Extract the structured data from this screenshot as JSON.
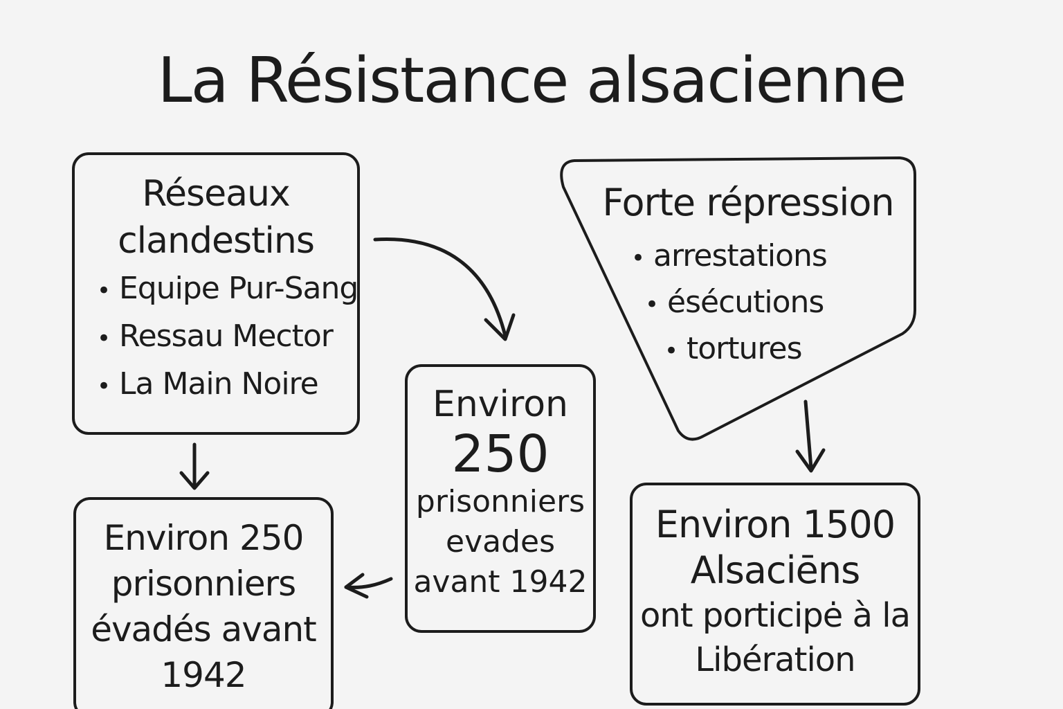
{
  "title": "La Résistance alsacienne",
  "reseaux": {
    "heading": "Réseaux clandestins",
    "items": [
      "Equipe Pur-Sang",
      "Ressau Mector",
      "La Main Noire"
    ]
  },
  "repression": {
    "heading": "Forte répression",
    "items": [
      "arrestations",
      "ésécutions",
      "tortures"
    ]
  },
  "evades_middle": {
    "line1": "Environ",
    "line2": "250",
    "line3": "prisonniers evades avant 1942"
  },
  "evades_left": {
    "text": "Environ 250 prisonniers évadés avant 1942"
  },
  "liberation": {
    "line1": "Environ 1500 Alsaciēns",
    "line2": "ont porticipė à la Libération"
  }
}
